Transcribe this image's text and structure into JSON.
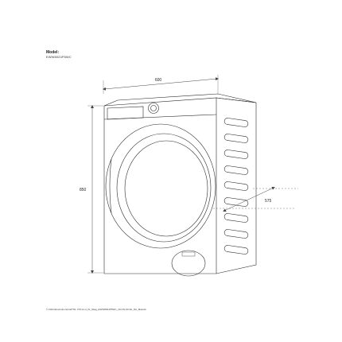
{
  "model": {
    "label": "Model:",
    "value": "EWW8024P5WC"
  },
  "dimensions": {
    "width": "600",
    "height": "850",
    "depth": "575"
  },
  "footer": {
    "text": "© 2024 Electrolux EA.EPTE: 270-11-4_IN_Skag_EWW8024P5WC_20-ON-60-3H_NA_Mas/ab"
  },
  "colors": {
    "line": "#2b2b2b",
    "dim_line": "#444444",
    "background": "#ffffff"
  }
}
